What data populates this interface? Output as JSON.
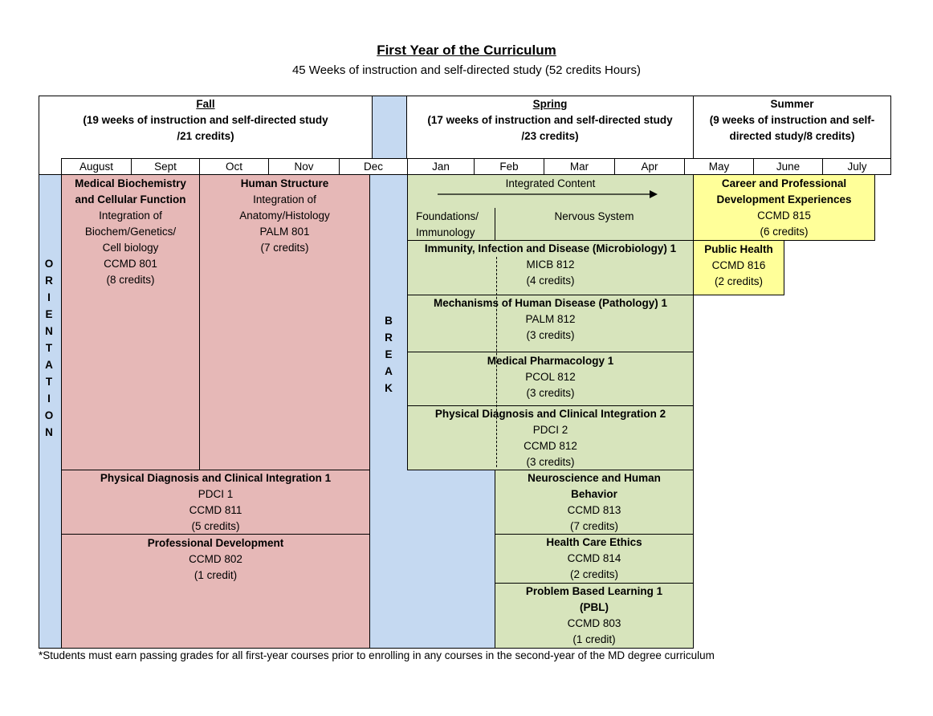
{
  "title": "First Year of the Curriculum",
  "subtitle": "45 Weeks of instruction and self-directed study (52 credits Hours)",
  "terms": {
    "fall": {
      "name": "Fall",
      "detail1": "(19 weeks of instruction and  self-directed study",
      "detail2": "/21 credits)"
    },
    "spring": {
      "name": "Spring",
      "detail1": "(17 weeks of instruction and self-directed study",
      "detail2": "/23 credits)"
    },
    "summer": {
      "name": "Summer",
      "detail1": "(9 weeks of instruction and self-",
      "detail2": "directed study/8 credits)"
    }
  },
  "months": [
    "August",
    "Sept",
    "Oct",
    "Nov",
    "Dec",
    "Jan",
    "Feb",
    "Mar",
    "Apr",
    "May",
    "June",
    "July"
  ],
  "orientation": [
    "O",
    "R",
    "I",
    "E",
    "N",
    "T",
    "A",
    "T",
    "I",
    "O",
    "N"
  ],
  "break": [
    "B",
    "R",
    "E",
    "A",
    "K"
  ],
  "colors": {
    "pink": "#e6b8b7",
    "blue": "#c5d9f1",
    "green": "#d7e4bc",
    "yellow": "#ffff99"
  },
  "fall_blocks": {
    "biochem": {
      "l1": "Medical Biochemistry",
      "l2": "and Cellular Function",
      "l3": "Integration of",
      "l4": "Biochem/Genetics/",
      "l5": "Cell biology",
      "l6": "CCMD 801",
      "l7": "(8 credits)"
    },
    "structure": {
      "l1": "Human Structure",
      "l2": "Integration of",
      "l3": "Anatomy/Histology",
      "l4": "PALM 801",
      "l5": "(7 credits)"
    },
    "pdci1": {
      "l1": "Physical Diagnosis and Clinical Integration 1",
      "l2": "PDCI 1",
      "l3": "CCMD 811",
      "l4": "(5 credits)"
    },
    "profdev": {
      "l1": "Professional Development",
      "l2": "CCMD  802",
      "l3": "(1 credit)"
    }
  },
  "spring_blocks": {
    "integrated": "Integrated Content",
    "foundations1": "Foundations/",
    "foundations2": "Immunology",
    "nervous": "Nervous System",
    "micro": {
      "l1": "Immunity, Infection and Disease (Microbiology) 1",
      "l2": "MICB 812",
      "l3": "(4 credits)"
    },
    "path": {
      "l1": "Mechanisms of Human Disease (Pathology) 1",
      "l2": "PALM 812",
      "l3": "(3 credits)"
    },
    "pharm": {
      "l1": "Medical Pharmacology 1",
      "l2": "PCOL 812",
      "l3": "(3 credits)"
    },
    "pdci2": {
      "l1": "Physical Diagnosis and Clinical Integration 2",
      "l2": "PDCI 2",
      "l3": "CCMD 812",
      "l4": "(3 credits)"
    },
    "neuro": {
      "l1": "Neuroscience and Human",
      "l2": "Behavior",
      "l3": "CCMD 813",
      "l4": "(7 credits)"
    },
    "ethics": {
      "l1": "Health Care Ethics",
      "l2": "CCMD 814",
      "l3": "(2 credits)"
    },
    "pbl": {
      "l1": "Problem Based Learning 1",
      "l2": "(PBL)",
      "l3": "CCMD 803",
      "l4": "(1 credit)"
    }
  },
  "summer_blocks": {
    "career": {
      "l1": "Career and Professional",
      "l2": "Development Experiences",
      "l3": "CCMD 815",
      "l4": "(6 credits)"
    },
    "public": {
      "l1": "Public Health",
      "l2": "CCMD 816",
      "l3": "(2 credits)"
    }
  },
  "footnote": "*Students must earn passing grades for all first-year courses prior to enrolling in any courses in the second-year of the MD degree curriculum"
}
